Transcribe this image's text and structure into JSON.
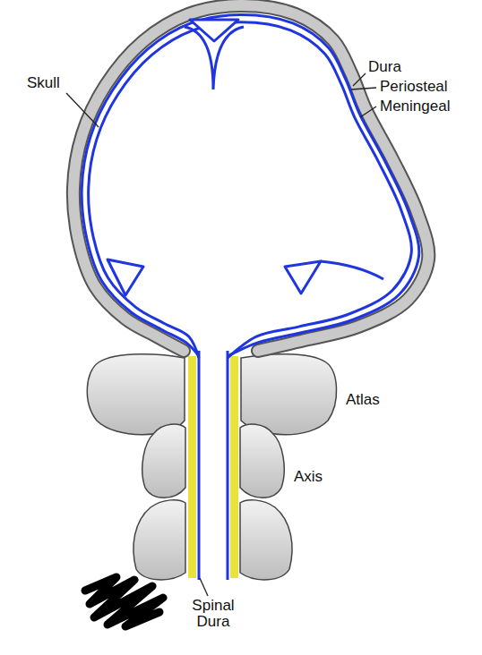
{
  "diagram": {
    "labels": [
      "Dura",
      "Skull",
      "Periosteal",
      "Meningeal",
      "Atlas",
      "Axis",
      "Spinal Dura"
    ]
  }
}
